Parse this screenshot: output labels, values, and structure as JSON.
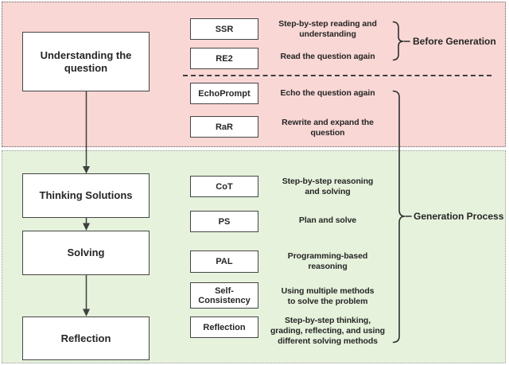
{
  "palette": {
    "before_region_bg": "#f8d7d4",
    "generation_region_bg": "#e6f2dc",
    "box_fill": "#ffffff",
    "box_border": "#454545",
    "text": "#262626"
  },
  "stages": [
    {
      "label": "Understanding the\nquestion"
    },
    {
      "label": "Thinking Solutions"
    },
    {
      "label": "Solving"
    },
    {
      "label": "Reflection"
    }
  ],
  "methods": [
    {
      "name": "SSR",
      "description": "Step-by-step reading and\nunderstanding"
    },
    {
      "name": "RE2",
      "description": "Read the question again"
    },
    {
      "name": "EchoPrompt",
      "description": "Echo the question again"
    },
    {
      "name": "RaR",
      "description": "Rewrite and expand the\nquestion"
    },
    {
      "name": "CoT",
      "description": "Step-by-step reasoning\nand solving"
    },
    {
      "name": "PS",
      "description": "Plan and solve"
    },
    {
      "name": "PAL",
      "description": "Programming-based\nreasoning"
    },
    {
      "name": "Self-Consistency",
      "description": "Using multiple methods\nto solve the problem"
    },
    {
      "name": "Reflection",
      "description": "Step-by-step thinking,\ngrading, reflecting, and using\ndifferent solving methods"
    }
  ],
  "phases": [
    {
      "label": "Before Generation"
    },
    {
      "label": "Generation Process"
    }
  ]
}
